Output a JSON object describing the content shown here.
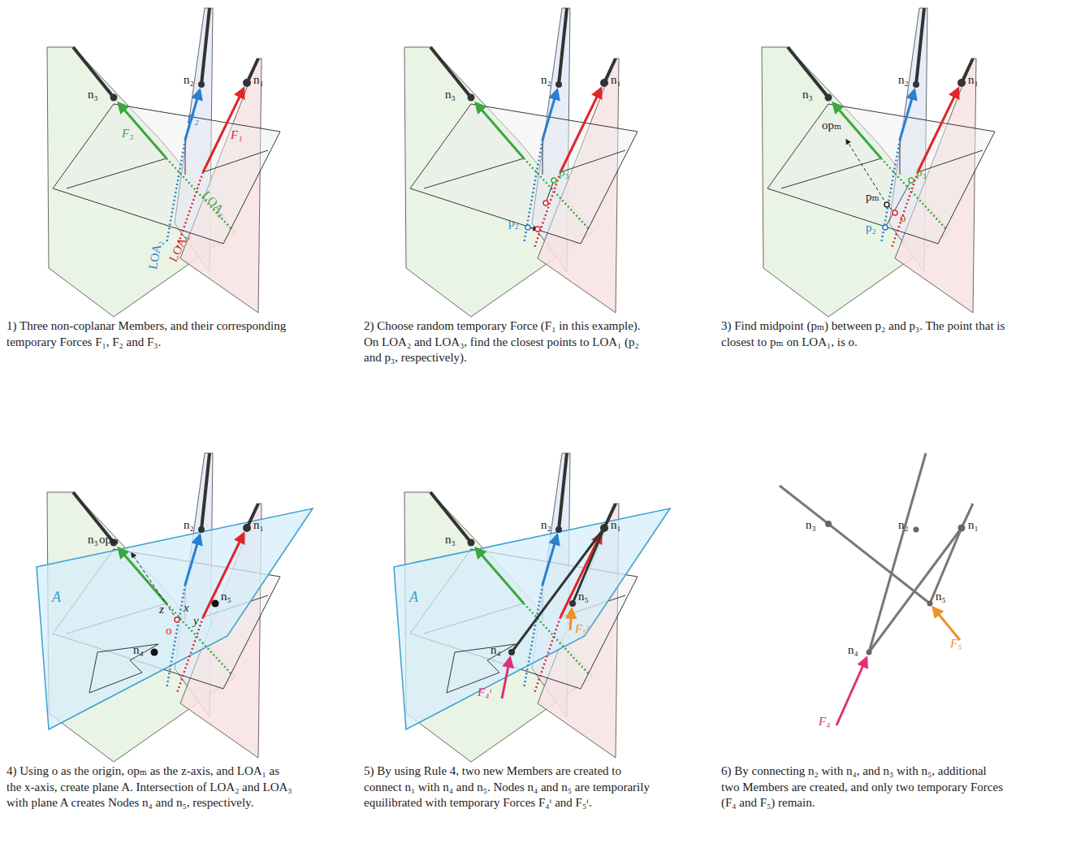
{
  "diagram": {
    "labels": [
      "n₃",
      "n₂",
      "n₁",
      "F₂",
      "F₁",
      "F₃",
      "LOA₂",
      "LOA₁",
      "LOA₃",
      "1) Three non-coplanar Members, and their corresponding temporary Forces F₁, F₂ and F₃.",
      "n₃",
      "n₂",
      "n₁",
      "p₃",
      "p₂",
      "2) Choose random temporary Force (F₁ in this example). On LOA₂ and LOA₃, find the closest points to LOA₁ (p₂ and p₃, respectively).",
      "n₃",
      "n₂",
      "n₁",
      "opₘ",
      "p₃",
      "pₘ",
      "p₂",
      "o",
      "3) Find midpoint (pₘ) between p₂ and p₃. The point that is closest to pₘ on LOA₁, is o.",
      "n₃",
      "n₂",
      "n₁",
      "opₘ",
      "A",
      "z",
      "x",
      "y",
      "o",
      "n₅",
      "n₄",
      "4) Using o as the origin, opₘ as the z-axis, and LOA₁ as the x-axis, create plane A. Intersection of LOA₂ and LOA₃ with plane A creates Nodes n₄ and n₅, respectively.",
      "n₃",
      "n₂",
      "n₁",
      "A",
      "n₅",
      "F₅ᵗ",
      "n₄",
      "F₄ᵗ",
      "5) By using Rule 4, two new Members are created to connect n₁ with n₄ and n₅. Nodes n₄ and n₅ are temporarily equilibrated with temporary Forces F₄ᵗ and F₅ᵗ.",
      "n₂",
      "n₃",
      "n₁",
      "n₅",
      "F₅",
      "n₄",
      "F₄",
      "6) By connecting n₂ with n₄, and n₃ with n₅, additional two Members are created, and only two temporary Forces (F₄ and F₅) remain."
    ]
  }
}
